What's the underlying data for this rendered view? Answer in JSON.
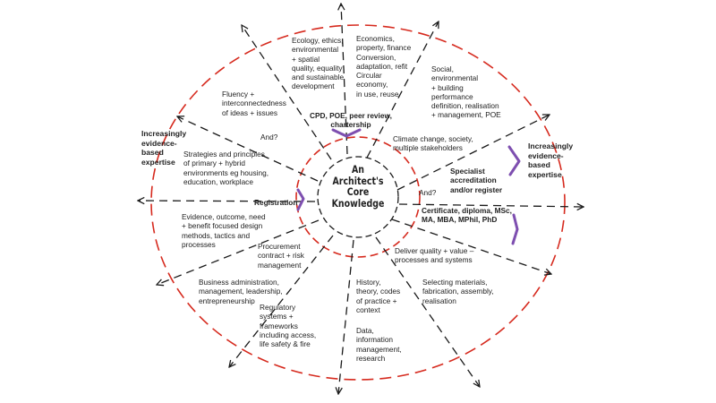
{
  "colors": {
    "outer_circle": "#d62a1e",
    "inner_circle": "#d62a1e",
    "spokes": "#1a1a1a",
    "brackets": "#7e4fb0"
  },
  "core": [
    "An",
    "Architect's",
    "Core",
    "Knowledge"
  ],
  "labels": {
    "ecology": [
      "Ecology, ethics,",
      "environmental",
      "+ spatial",
      "quality, equality",
      "and sustainable",
      "development"
    ],
    "economics": [
      "Economics,",
      "property, finance",
      "Conversion,",
      "adaptation, refit",
      "Circular",
      "economy,",
      "in use, reuse"
    ],
    "social": [
      "Social,",
      "environmental",
      "+ building",
      "performance",
      "definition, realisation",
      "+ management, POE"
    ],
    "fluency": [
      "Fluency +",
      "interconnectedness",
      "of ideas + issues"
    ],
    "cpd": [
      "CPD, POE, peer review,",
      "chartership"
    ],
    "climate": [
      "Climate change, society,",
      "multiple stakeholders"
    ],
    "and_left": "And?",
    "and_right": "And?",
    "strategies": [
      "Strategies and principles",
      "of primary + hybrid",
      "environments eg housing,",
      "education, workplace"
    ],
    "specialist": [
      "Specialist",
      "accreditation",
      "and/or register"
    ],
    "registration": "Registration",
    "certificate": [
      "Certificate, diploma, MSc,",
      "MA, MBA, MPhil, PhD"
    ],
    "evidence": [
      "Evidence, outcome, need",
      "+ benefit focused design",
      "methods, tactics and",
      "processes"
    ],
    "procurement": [
      "Procurement",
      "contract + risk",
      "management"
    ],
    "deliver": [
      "Deliver quality + value –",
      "processes and systems"
    ],
    "business": [
      "Business administration,",
      "management, leadership,",
      "entrepreneurship"
    ],
    "regulatory": [
      "Regulatory",
      "systems +",
      "frameworks",
      "including access,",
      "life safety & fire"
    ],
    "history": [
      "History,",
      "theory, codes",
      "of practice +",
      "context"
    ],
    "data": [
      "Data,",
      "information",
      "management,",
      "research"
    ],
    "selecting": [
      "Selecting materials,",
      "fabrication, assembly,",
      "realisation"
    ],
    "inc_left": [
      "Increasingly",
      "evidence-",
      "based",
      "expertise"
    ],
    "inc_right": [
      "Increasingly",
      "evidence-",
      "based",
      "expertise"
    ]
  }
}
